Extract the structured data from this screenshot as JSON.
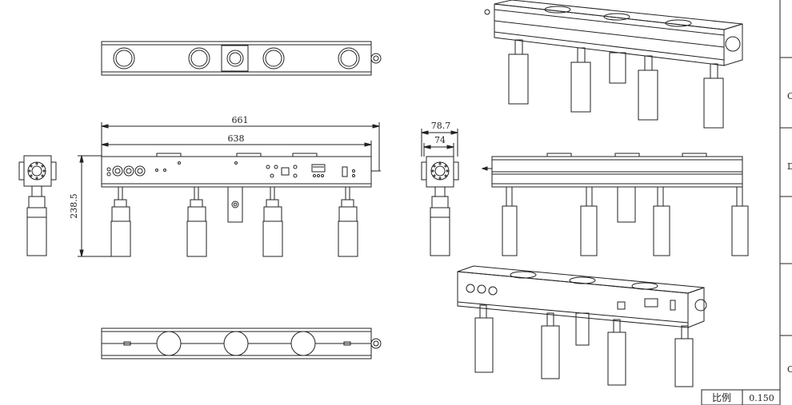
{
  "dimensions": {
    "overall_length": "661",
    "body_length": "638",
    "height": "238.5",
    "side_depth_outer": "78.7",
    "side_depth_inner": "74"
  },
  "title_block": {
    "scale_label": "比例",
    "scale_value": "0.150"
  },
  "edge_letters": [
    "C",
    "D",
    "C"
  ]
}
